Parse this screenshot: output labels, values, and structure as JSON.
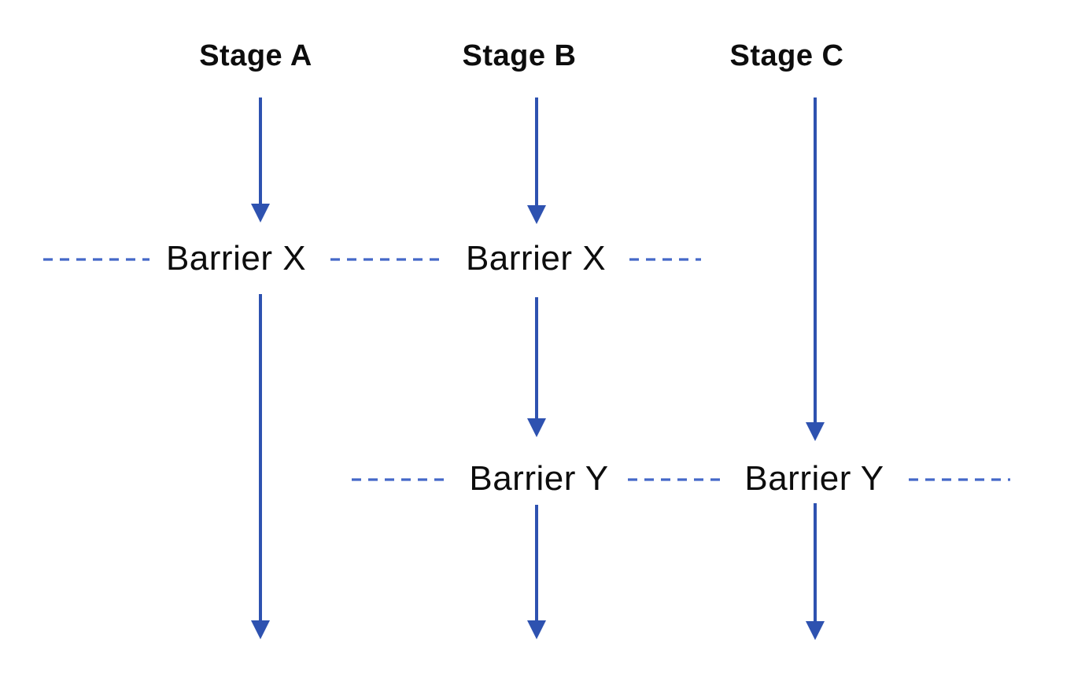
{
  "diagram": {
    "stages": [
      {
        "label": "Stage A"
      },
      {
        "label": "Stage B"
      },
      {
        "label": "Stage C"
      }
    ],
    "barrier_x_label": "Barrier X",
    "barrier_y_label": "Barrier Y"
  },
  "colors": {
    "background": "#ffffff",
    "text": "#0d0d0d",
    "arrow": "#2e52b0",
    "dash": "#4468c8"
  }
}
